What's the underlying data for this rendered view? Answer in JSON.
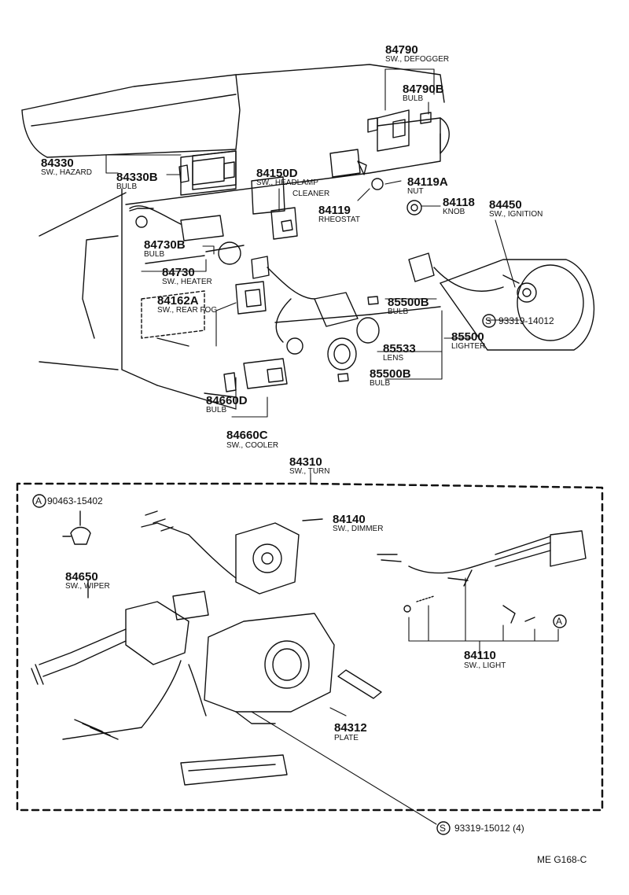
{
  "diagram": {
    "footer_code": "ME G168-C",
    "symbol_s": "S",
    "symbol_a": "A",
    "parts_upper": [
      {
        "number": "84790",
        "name": "SW., DEFOGGER"
      },
      {
        "number": "84790B",
        "name": "BULB"
      },
      {
        "number": "84330",
        "name": "SW., HAZARD"
      },
      {
        "number": "84330B",
        "name": "BULB"
      },
      {
        "number": "84150D",
        "name": "SW., HEADLAMP"
      },
      {
        "number": "",
        "name": "CLEANER"
      },
      {
        "number": "84119A",
        "name": "NUT"
      },
      {
        "number": "84119",
        "name": "RHEOSTAT"
      },
      {
        "number": "84118",
        "name": "KNOB"
      },
      {
        "number": "84450",
        "name": "SW., IGNITION"
      },
      {
        "number": "84730B",
        "name": "BULB"
      },
      {
        "number": "84730",
        "name": "SW., HEATER"
      },
      {
        "number": "84162A",
        "name": "SW., REAR FOG"
      },
      {
        "number": "85500B",
        "name": "BULB"
      },
      {
        "number": "93319-14012",
        "name": ""
      },
      {
        "number": "85500",
        "name": "LIGHTER"
      },
      {
        "number": "85533",
        "name": "LENS"
      },
      {
        "number": "85500B",
        "name": "BULB"
      },
      {
        "number": "84660D",
        "name": "BULB"
      },
      {
        "number": "84660C",
        "name": "SW., COOLER"
      }
    ],
    "parts_lower": [
      {
        "number": "84310",
        "name": "SW., TURN"
      },
      {
        "number": "90463-15402",
        "name": ""
      },
      {
        "number": "84140",
        "name": "SW., DIMMER"
      },
      {
        "number": "84650",
        "name": "SW., WIPER"
      },
      {
        "number": "84110",
        "name": "SW., LIGHT"
      },
      {
        "number": "84312",
        "name": "PLATE"
      },
      {
        "number": "93319-15012 (4)",
        "name": ""
      }
    ]
  }
}
